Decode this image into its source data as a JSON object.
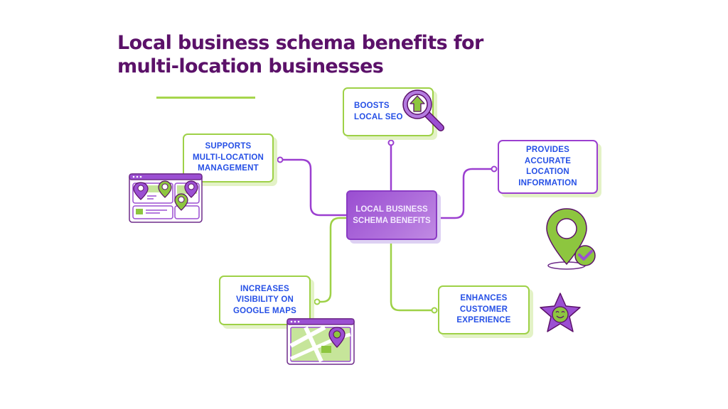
{
  "title": {
    "line1": "Local business schema benefits for",
    "line2": "multi-location businesses"
  },
  "center": {
    "line1": "LOCAL BUSINESS",
    "line2": "SCHEMA BENEFITS"
  },
  "benefits": [
    {
      "id": "boosts-local-seo",
      "lines": [
        "BOOSTS",
        "LOCAL SEO"
      ],
      "icon": "magnifier-arrow-up-icon"
    },
    {
      "id": "supports-multi-location",
      "lines": [
        "SUPPORTS",
        "MULTI-LOCATION",
        "MANAGEMENT"
      ],
      "icon": "browser-map-pins-icon"
    },
    {
      "id": "provides-accurate-info",
      "lines": [
        "PROVIDES",
        "ACCURATE",
        "LOCATION",
        "INFORMATION"
      ],
      "icon": "location-pin-check-icon"
    },
    {
      "id": "increases-visibility",
      "lines": [
        "INCREASES",
        "VISIBILITY ON",
        "GOOGLE MAPS"
      ],
      "icon": "browser-map-icon"
    },
    {
      "id": "enhances-customer-experience",
      "lines": [
        "ENHANCES",
        "CUSTOMER",
        "EXPERIENCE"
      ],
      "icon": "smiling-star-icon"
    }
  ],
  "colors": {
    "title": "#5b1169",
    "purple": "#9b3fd0",
    "green": "#9ed147",
    "label_blue": "#2650e6"
  }
}
